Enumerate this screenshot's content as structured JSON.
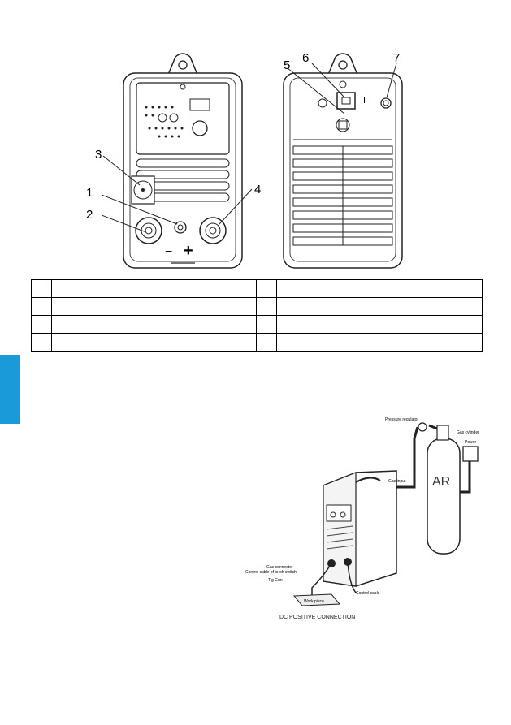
{
  "labels": {
    "n1": "1",
    "n2": "2",
    "n3": "3",
    "n4": "4",
    "n5": "5",
    "n6": "6",
    "n7": "7",
    "minus": "−",
    "plus": "+",
    "power_i": "I"
  },
  "legend_table": {
    "rows": [
      {
        "left_num": "",
        "left_text": "",
        "right_num": "",
        "right_text": ""
      },
      {
        "left_num": "",
        "left_text": "",
        "right_num": "",
        "right_text": ""
      },
      {
        "left_num": "",
        "left_text": "",
        "right_num": "",
        "right_text": ""
      },
      {
        "left_num": "",
        "left_text": "",
        "right_num": "",
        "right_text": ""
      }
    ]
  },
  "connection_diagram": {
    "pressure_regulator": "Pressure regulator",
    "gas_cylinder": "Gas cylinder",
    "power": "Power",
    "gas_input": "Gas input",
    "cylinder_mark": "AR",
    "gas_connector": "Gas connector",
    "control_cable_torch_switch": "Control cable of torch switch",
    "tig_gun": "Tig  Gun",
    "work_piece": "Work piece",
    "control_cable": "Control cable",
    "caption": "DC POSITIVE CONNECTION"
  },
  "colors": {
    "side_tab": "#1a9ad8"
  }
}
